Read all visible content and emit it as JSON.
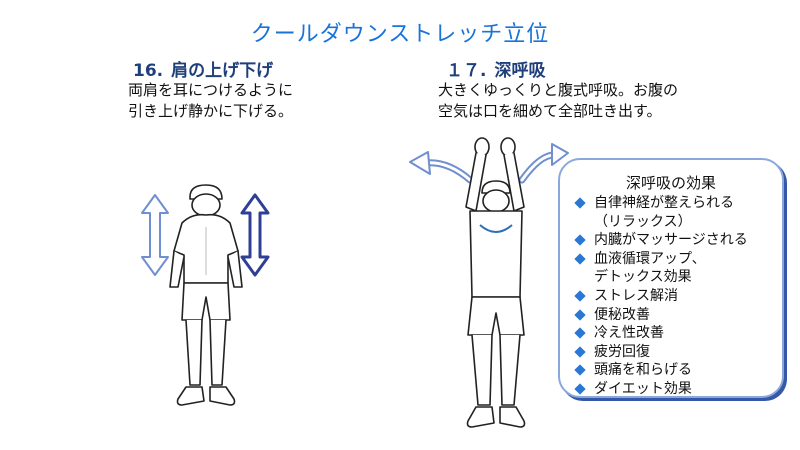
{
  "title": "クールダウンストレッチ立位",
  "section16": {
    "number": "16.",
    "heading": "肩の上げ下げ",
    "description": "両肩を耳につけるように\n引き上げ静かに下げる。"
  },
  "section17": {
    "number": "１７.",
    "heading": "深呼吸",
    "description": "大きくゆっくりと腹式呼吸。お腹の\n空気は口を細めて全部吐き出す。"
  },
  "effects": {
    "title": "深呼吸の効果",
    "items": [
      "自律神経が整えられる\n（リラックス）",
      "内臓がマッサージされる",
      "血液循環アップ、\nデトックス効果",
      "ストレス解消",
      "便秘改善",
      "冷え性改善",
      "疲労回復",
      "頭痛を和らげる",
      "ダイエット効果"
    ]
  },
  "colors": {
    "title": "#1a73d9",
    "heading": "#1f3f7a",
    "bullet": "#2a78d6",
    "box_border": "#8aa8dc",
    "arrow_dark": "#2e3f95",
    "arrow_light": "#6f8fd0"
  },
  "icons": {
    "bullet": "diamond",
    "figure16": "person-shrug-illustration",
    "figure17": "person-arms-raised-illustration"
  }
}
